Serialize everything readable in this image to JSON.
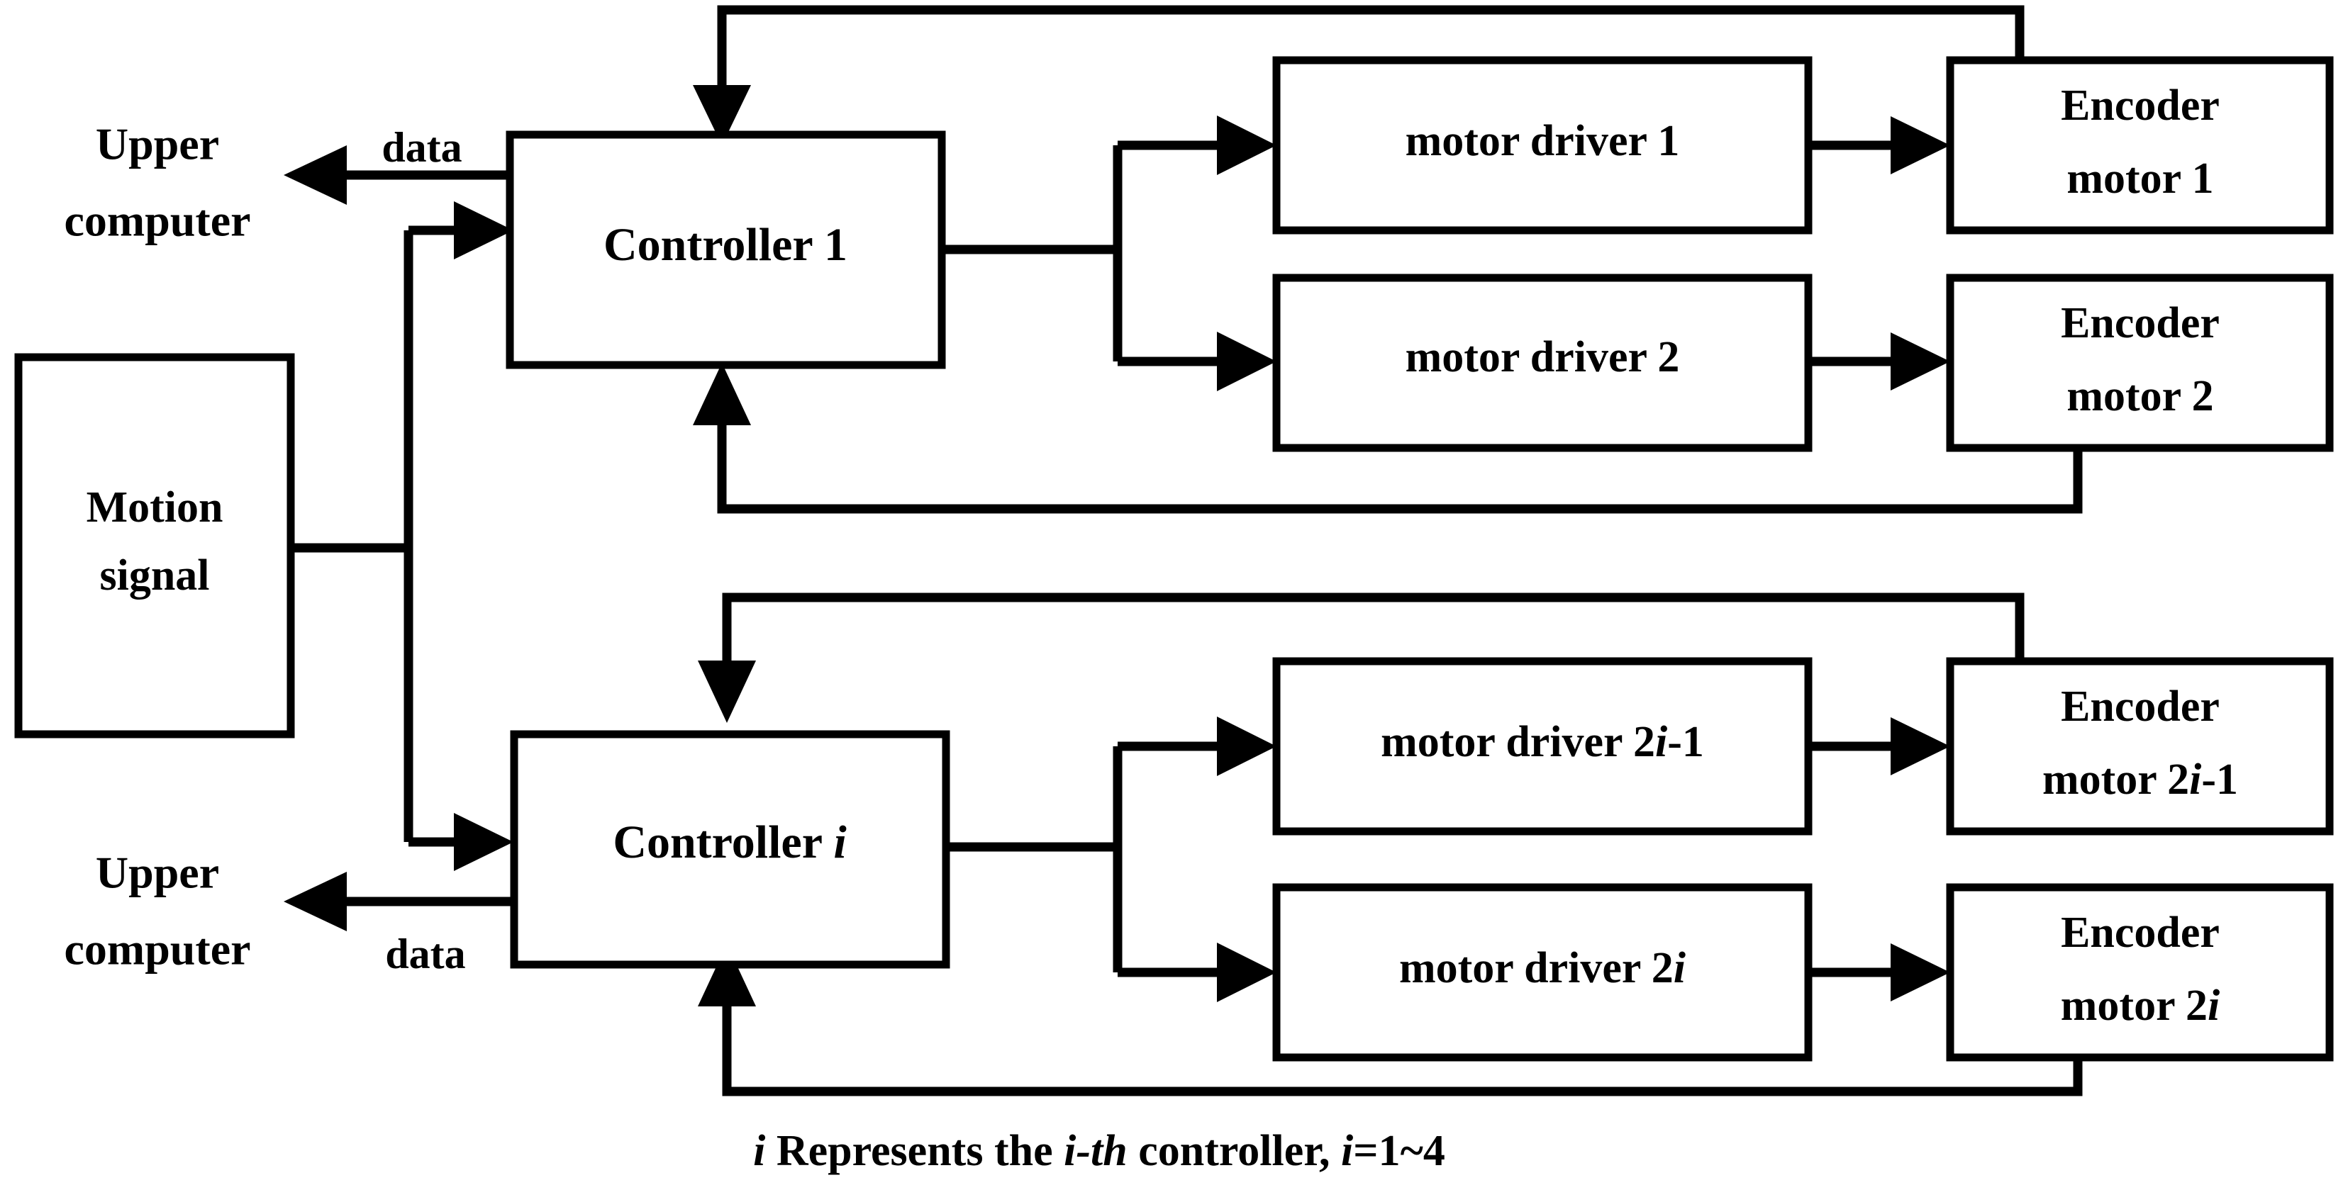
{
  "diagram": {
    "title": "Distributed multi-controller encoder motor control block diagram",
    "caption": {
      "prefix_i": "i",
      "text_mid": " Represents the ",
      "ith": "i-th",
      "text_tail": " controller, ",
      "var_i": "i",
      "range": "=1~4"
    },
    "colors": {
      "background": "#ffffff",
      "stroke": "#000000",
      "box_fill": "#ffffff"
    },
    "blocks": {
      "motion_signal": {
        "line1": "Motion",
        "line2": "signal"
      },
      "upper_computer_top": {
        "line1": "Upper",
        "line2": "computer"
      },
      "upper_computer_bottom": {
        "line1": "Upper",
        "line2": "computer"
      },
      "controller_1": {
        "base": "Controller ",
        "index": "1"
      },
      "controller_i": {
        "base": "Controller ",
        "index": "i"
      },
      "motor_driver_1": {
        "base": "motor driver ",
        "index": "1"
      },
      "motor_driver_2": {
        "base": "motor driver ",
        "index": "2"
      },
      "motor_driver_2i_minus_1": {
        "base": "motor driver 2",
        "index": "i",
        "suffix": "-1"
      },
      "motor_driver_2i": {
        "base": "motor driver 2",
        "index": "i"
      },
      "encoder_motor_1": {
        "line1": "Encoder",
        "line2_base": "motor ",
        "line2_index": "1"
      },
      "encoder_motor_2": {
        "line1": "Encoder",
        "line2_base": "motor ",
        "line2_index": "2"
      },
      "encoder_motor_2i_minus_1": {
        "line1": "Encoder",
        "line2_base": "motor 2",
        "line2_index": "i",
        "line2_suffix": "-1"
      },
      "encoder_motor_2i": {
        "line1": "Encoder",
        "line2_base": "motor 2",
        "line2_index": "i"
      }
    },
    "edge_labels": {
      "data_top": "data",
      "data_bottom": "data"
    }
  }
}
